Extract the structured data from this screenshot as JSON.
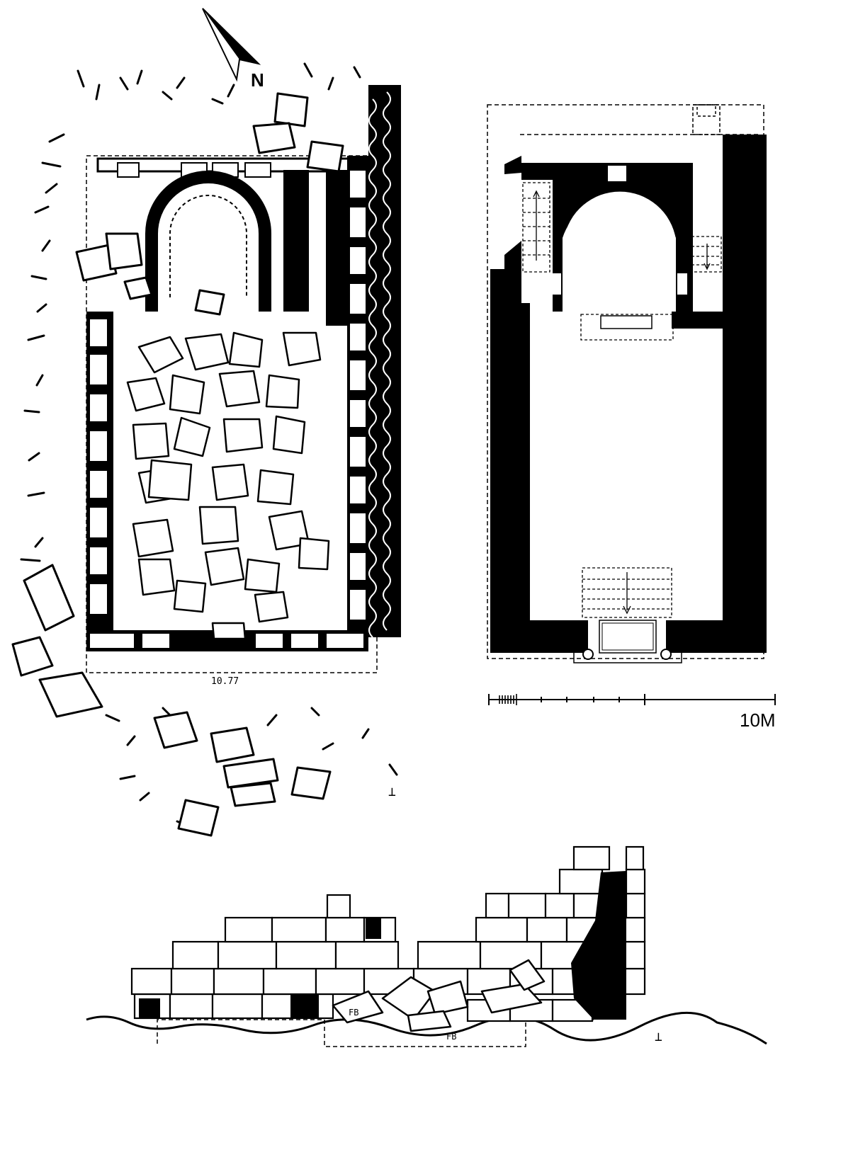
{
  "north_label": "N",
  "scale": {
    "label": "10M"
  },
  "sketch_labels": {
    "dimension": "10.77",
    "symbol": "⊥"
  },
  "elevation_labels": {
    "block_a": "FB",
    "block_b": "FB",
    "symbol": "⊥"
  },
  "colors": {
    "ink": "#000000",
    "paper": "#ffffff"
  }
}
